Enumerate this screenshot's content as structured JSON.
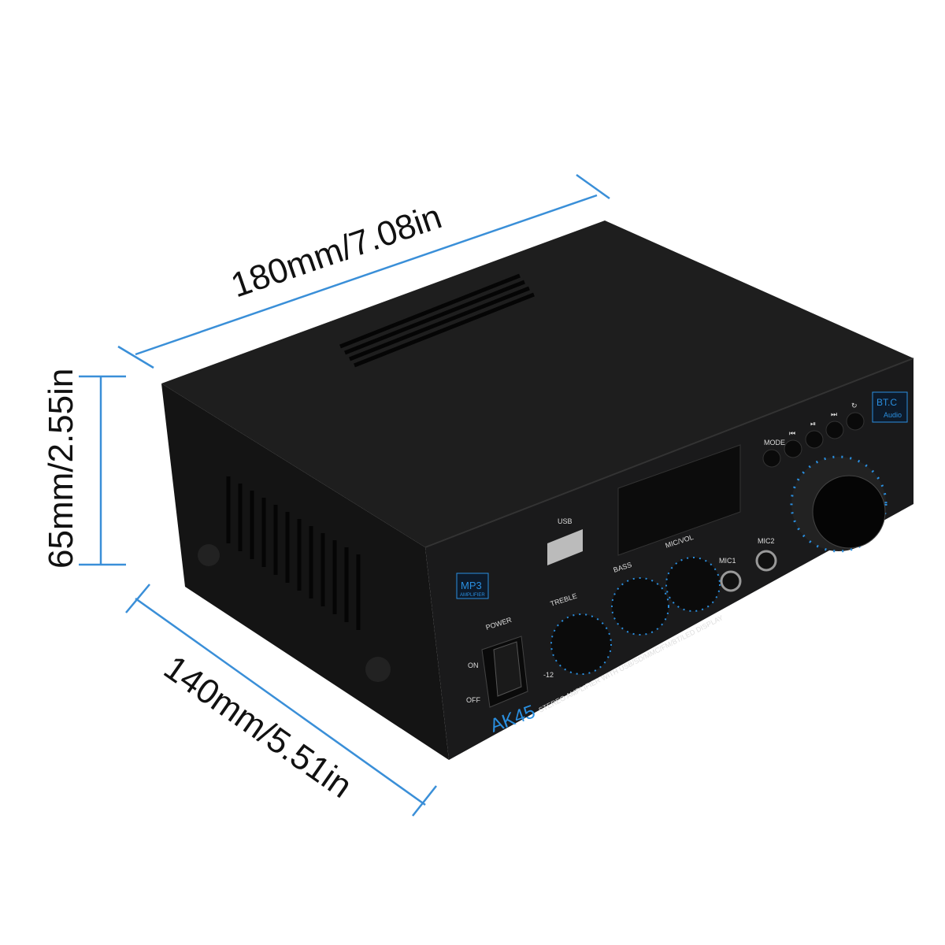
{
  "dimensions": {
    "width": "180mm/7.08in",
    "height": "65mm/2.55in",
    "depth": "140mm/5.51in"
  },
  "colors": {
    "dimension_line": "#3a8fd8",
    "body": "#1a1a1a",
    "accent": "#2a8fe0"
  },
  "product": {
    "model": "AK45",
    "tagline": "STEREO AMPLIFIER WITH USB/SD/MMC/FM/BT/LED DISPLAY",
    "badge_mp3": "MP3",
    "badge_mp3_sub": "AMPLIFIER",
    "badge_bt": "BT.C",
    "badge_bt_sub": "Audio",
    "power_label": "POWER",
    "switch_on": "ON",
    "switch_off": "OFF",
    "usb_label": "USB",
    "knobs": [
      "TREBLE",
      "BASS",
      "MIC/VOL"
    ],
    "treble_min": "-12",
    "mic1": "MIC1",
    "mic2": "MIC2",
    "buttons": [
      "MODE",
      "⏮",
      "⏯",
      "⏭",
      "↻"
    ]
  }
}
